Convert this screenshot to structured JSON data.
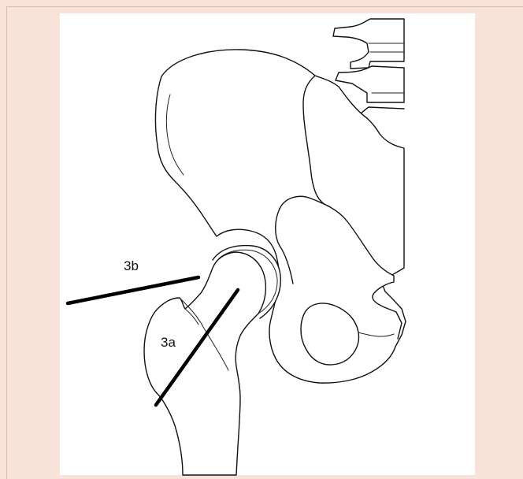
{
  "figure": {
    "subject": "hip-joint-illustration",
    "labels": {
      "line_3a": "3a",
      "line_3b": "3b"
    }
  },
  "colors": {
    "page_background": "#f7e3da",
    "figure_background": "#ffffff",
    "line_art": "#111111",
    "marker_lines": "#000000"
  }
}
